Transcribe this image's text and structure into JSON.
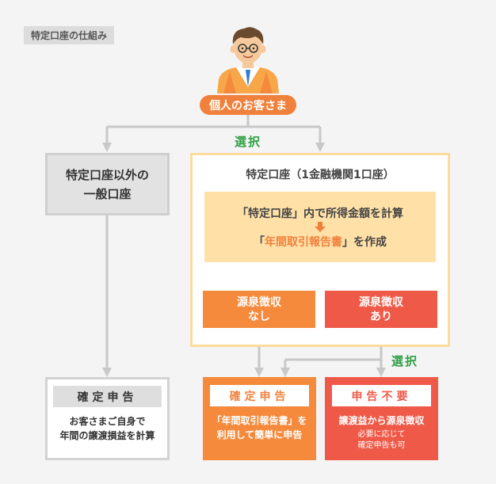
{
  "tag": "特定口座の仕組み",
  "person_label": "個人のお客さま",
  "select_top": "選択",
  "select_bottom": "選択",
  "general_account": {
    "line1": "特定口座以外の",
    "line2": "一般口座"
  },
  "special_account": {
    "title": "特定口座（1金融機関1口座）",
    "calc_line1": "「特定口座」内で所得金額を計算",
    "calc_line2_pre": "「",
    "calc_line2_hl": "年間取引報告書",
    "calc_line2_post": "」を作成",
    "withholding_none": {
      "line1": "源泉徴収",
      "line2": "なし"
    },
    "withholding_yes": {
      "line1": "源泉徴収",
      "line2": "あり"
    }
  },
  "cards": {
    "general": {
      "head": "確定申告",
      "body1": "お客さまご自身で",
      "body2": "年間の譲渡損益を計算"
    },
    "none": {
      "head": "確定申告",
      "body1": "「年間取引報告書」を",
      "body2": "利用して簡単に申告"
    },
    "yes": {
      "head": "申告不要",
      "body1": "譲渡益から源泉徴収",
      "small1": "必要に応じて",
      "small2": "確定申告も可"
    }
  },
  "colors": {
    "orange": "#f58a3c",
    "red": "#ef5a48",
    "green": "#2f9f45",
    "yellow": "#ffe1a8",
    "frame": "#fbdc9c",
    "line": "#c8c8c8"
  },
  "icons": [
    "person-illustration-icon",
    "arrow-down-icon"
  ]
}
